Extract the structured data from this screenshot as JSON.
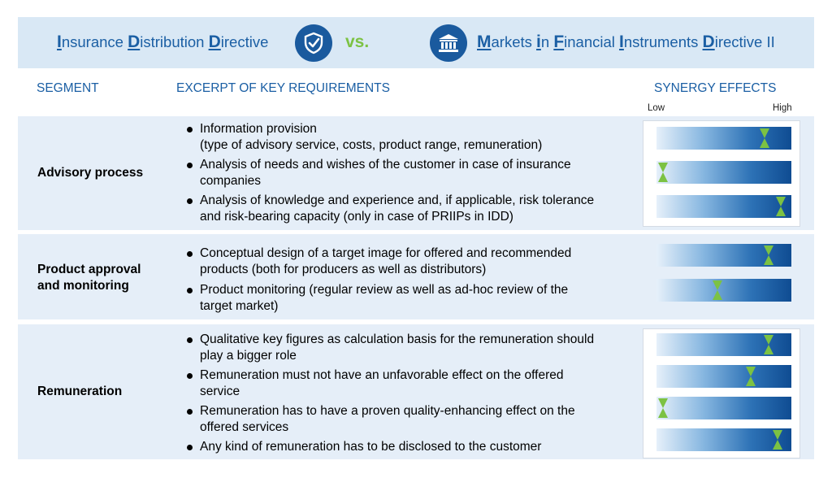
{
  "banner": {
    "idd_title": {
      "i": "I",
      "r1": "nsurance ",
      "d1": "D",
      "r2": "istribution ",
      "d2": "D",
      "r3": "irective"
    },
    "vs": "vs.",
    "mifid_title": {
      "m": "M",
      "r1": "arkets ",
      "i": "i",
      "r2": "n ",
      "f": "F",
      "r3": "inancial ",
      "i2": "I",
      "r4": "nstruments ",
      "d": "D",
      "r5": "irective II"
    }
  },
  "headers": {
    "segment": "SEGMENT",
    "requirements": "EXCERPT OF KEY REQUIREMENTS",
    "synergy": "SYNERGY EFFECTS",
    "low": "Low",
    "high": "High"
  },
  "sections": [
    {
      "label": "Advisory process",
      "bullets": [
        {
          "line1": "Information provision",
          "line2": "(type of advisory service, costs, product range, remuneration)",
          "synergy": 0.8
        },
        {
          "line1": "Analysis of needs and wishes of the customer in case of insurance",
          "line2": "companies",
          "synergy": 0.05
        },
        {
          "line1": "Analysis of knowledge and experience and, if applicable, risk tolerance",
          "line2": "and risk-bearing capacity (only in case of PRIIPs in IDD)",
          "synergy": 0.92
        }
      ]
    },
    {
      "label_line1": "Product approval",
      "label_line2": "and monitoring",
      "bullets": [
        {
          "line1": "Conceptual design of a target image for offered and recommended",
          "line2": "products (both for producers as well as distributors)",
          "synergy": 0.83
        },
        {
          "line1": "Product monitoring (regular review as well as ad-hoc review of the",
          "line2": "target market)",
          "synergy": 0.45
        }
      ]
    },
    {
      "label": "Remuneration",
      "bullets": [
        {
          "line1": "Qualitative key figures as calculation basis for the remuneration should",
          "line2": "play a bigger role",
          "synergy": 0.83
        },
        {
          "line1": "Remuneration must not have an unfavorable effect on the offered",
          "line2": "service",
          "synergy": 0.7
        },
        {
          "line1": "Remuneration has to have a proven quality-enhancing effect on the",
          "line2": "offered services",
          "synergy": 0.05
        },
        {
          "line1": "Any kind of remuneration has to be disclosed to the customer",
          "synergy": 0.9
        }
      ]
    }
  ],
  "colors": {
    "banner_bg": "#d9e8f5",
    "accent_blue": "#1b5fa4",
    "vs_green": "#7cc243",
    "hourglass_green": "#7cc243",
    "section_bg": "#e5eef8"
  },
  "icons": [
    "shield-check-icon",
    "bank-building-icon",
    "hourglass-marker-icon"
  ]
}
